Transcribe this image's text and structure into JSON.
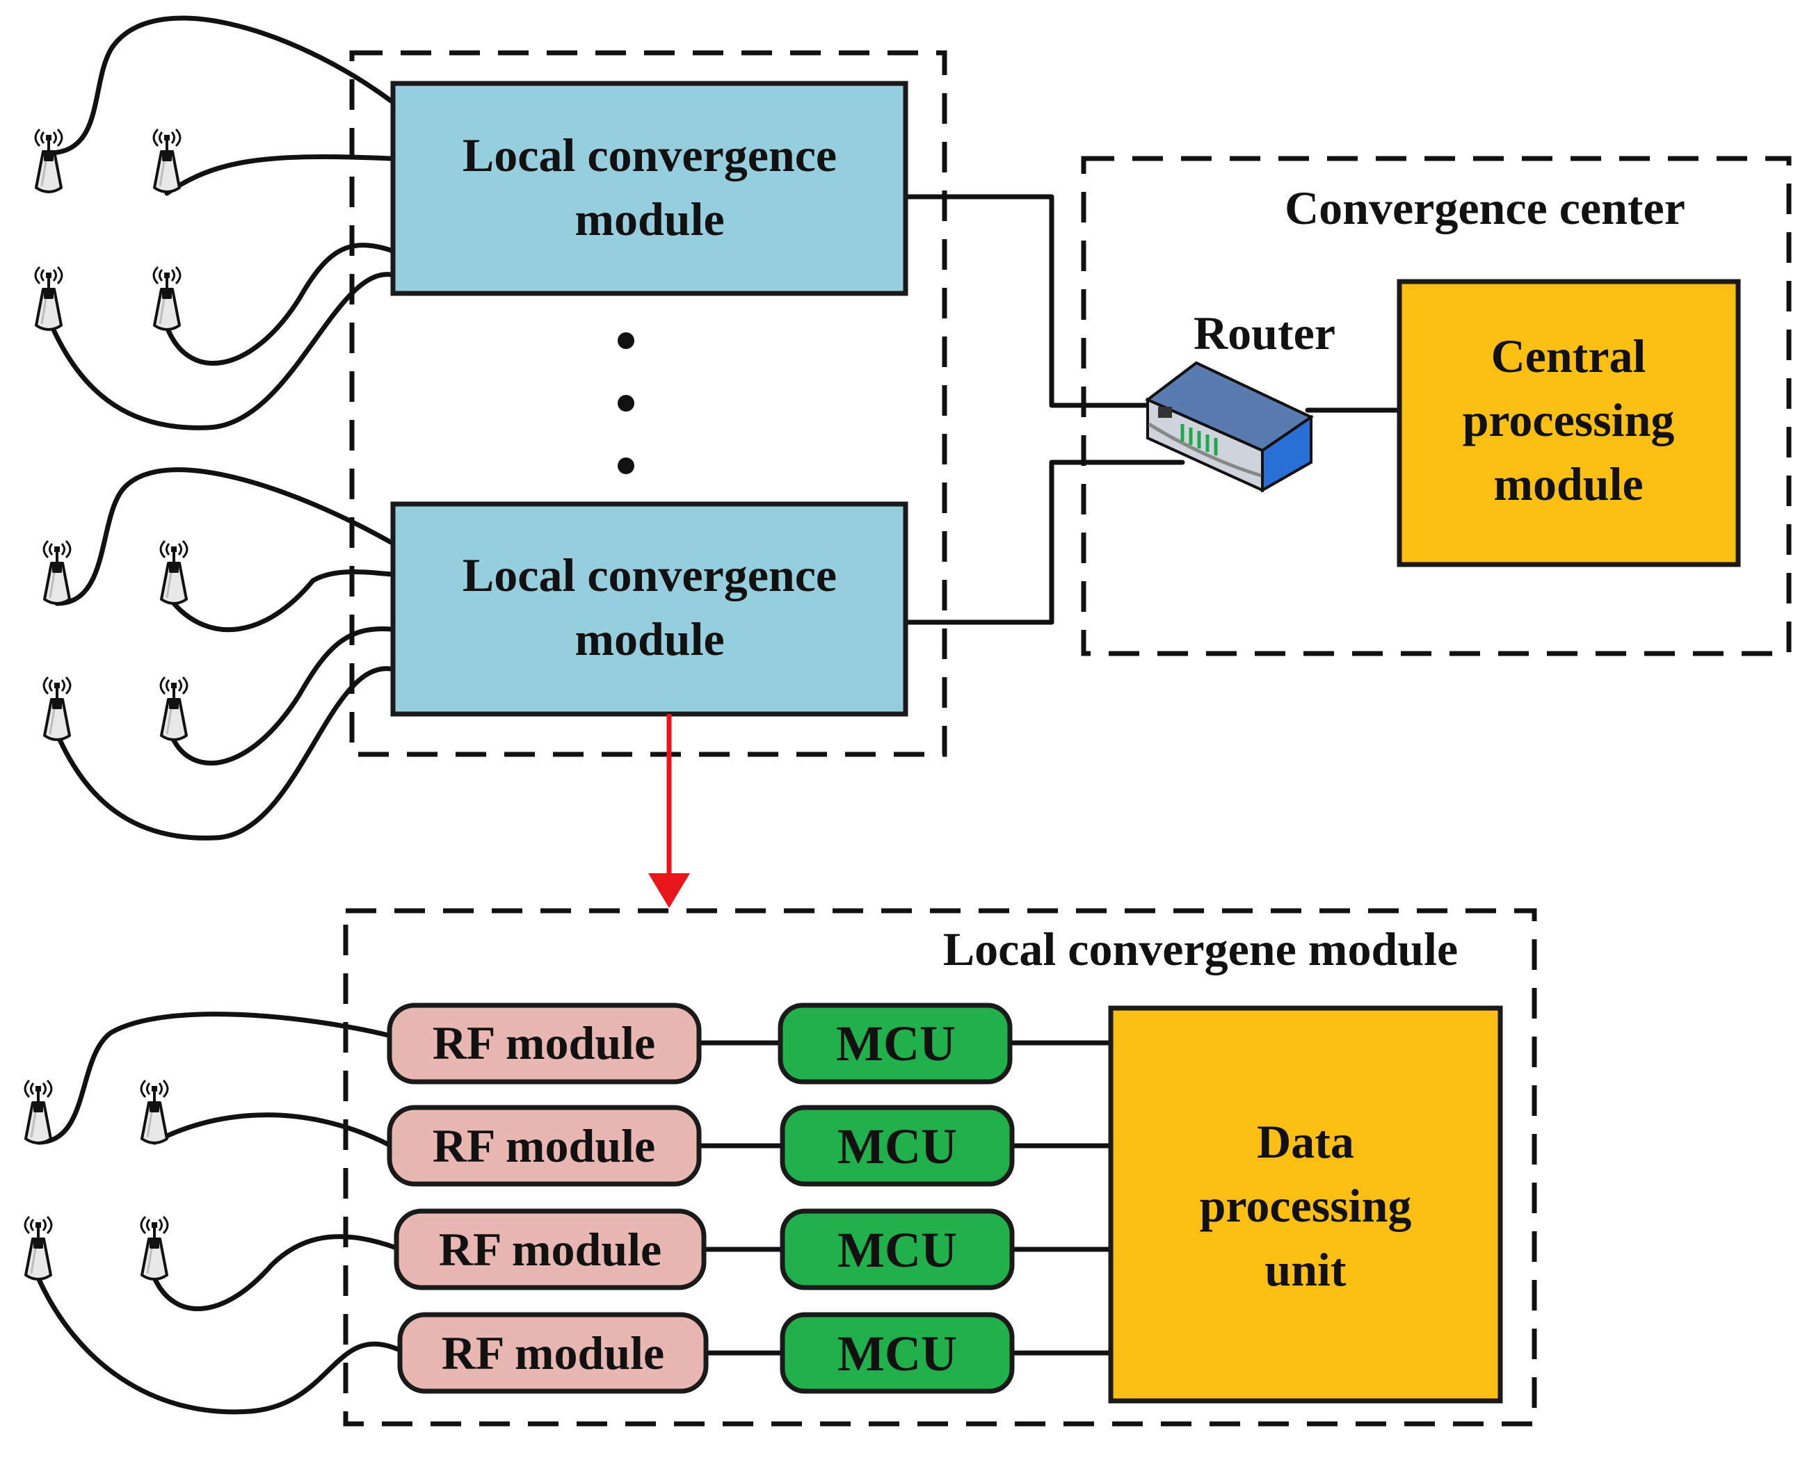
{
  "labels": {
    "local_module_top": [
      "Local convergence",
      "module"
    ],
    "local_module_bottom": [
      "Local convergence",
      "module"
    ],
    "convergence_center": "Convergence center",
    "router": "Router",
    "central_processing": [
      "Central",
      "processing",
      "module"
    ],
    "detail_title": "Local convergene module",
    "rf_modules": [
      "RF module",
      "RF module",
      "RF module",
      "RF module"
    ],
    "mcus": [
      "MCU",
      "MCU",
      "MCU",
      "MCU"
    ],
    "data_processing": [
      "Data",
      "processing",
      "unit"
    ]
  },
  "colors": {
    "local_module_fill": "#96CEDE",
    "central_processing_fill": "#FBBF14",
    "data_processing_fill": "#FBBF14",
    "rf_module_fill": "#E8B7B2",
    "mcu_fill": "#22B04C",
    "arrow": "#E8161B",
    "line": "#111111"
  },
  "icons": [
    "antenna-icon",
    "router-icon",
    "ellipsis-dots"
  ]
}
